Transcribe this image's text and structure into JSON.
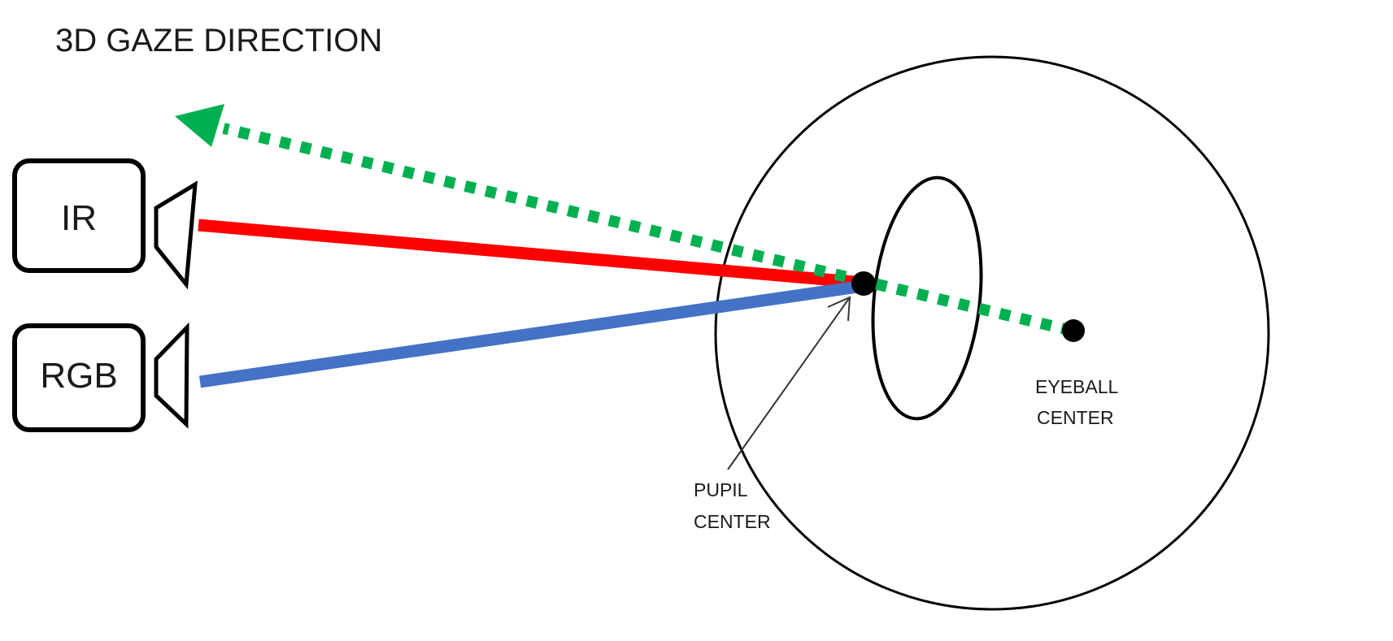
{
  "title": "3D GAZE DIRECTION",
  "cameras": [
    {
      "label": "IR"
    },
    {
      "label": "RGB"
    }
  ],
  "labels": {
    "pupil_center": [
      "PUPIL",
      "CENTER"
    ],
    "eyeball_center": [
      "EYEBALL",
      "CENTER"
    ]
  },
  "colors": {
    "ir_ray": "#ff0000",
    "rgb_ray": "#4472c4",
    "gaze_ray": "#00b050",
    "outline": "#000000"
  }
}
